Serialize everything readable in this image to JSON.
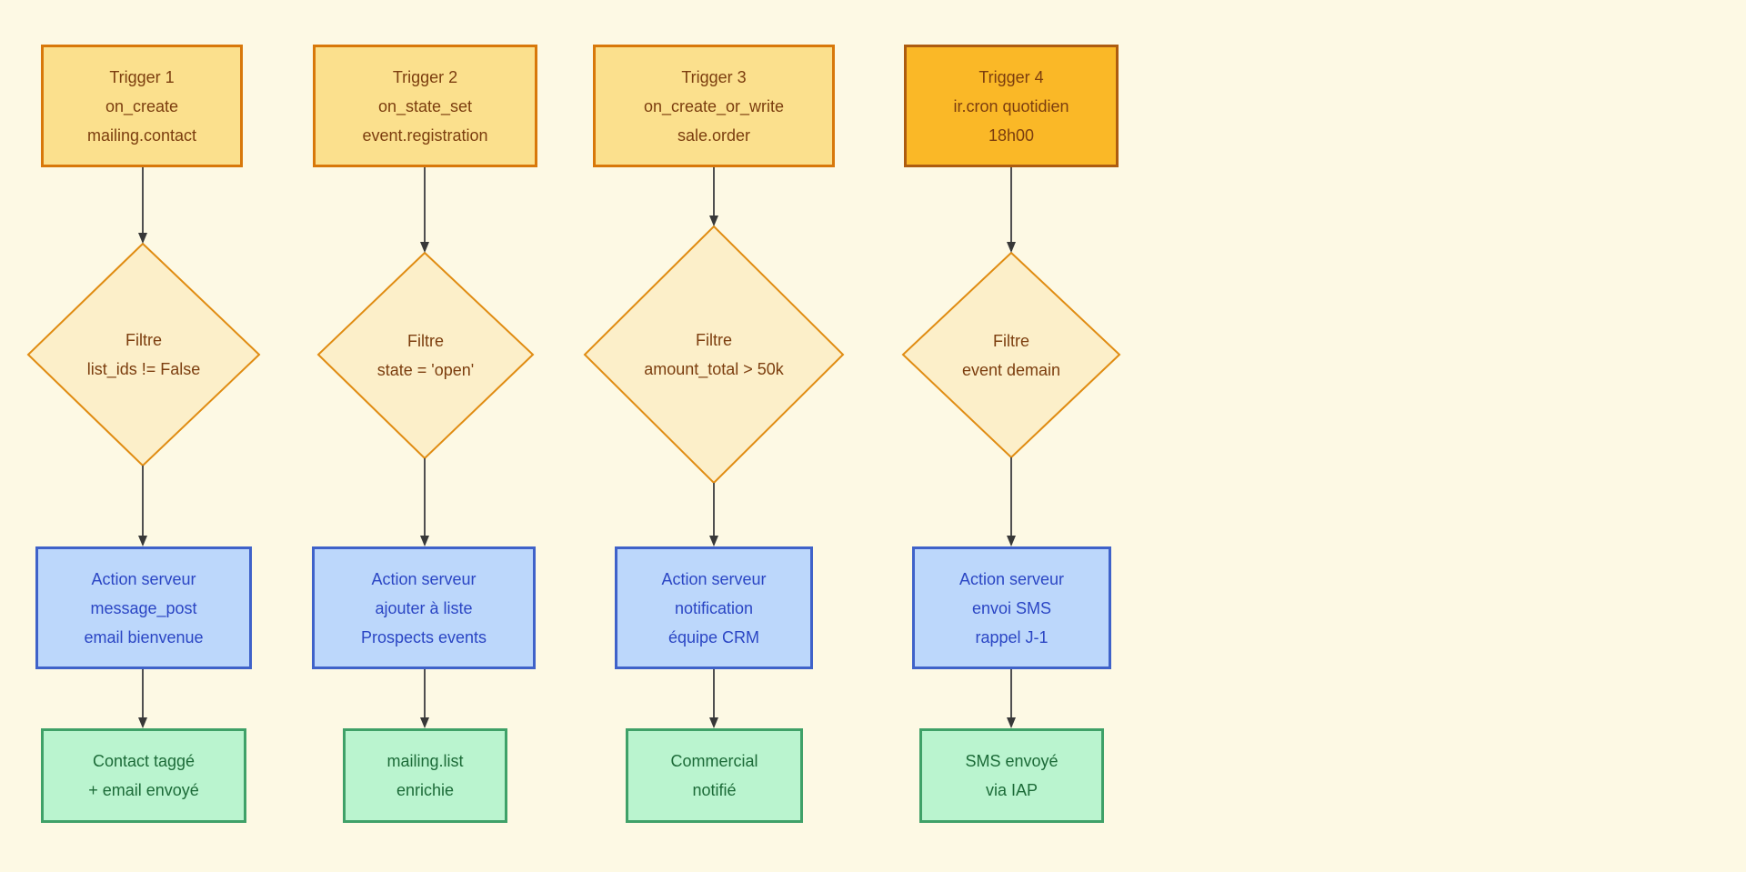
{
  "diagram": {
    "columns": [
      {
        "trigger": {
          "lines": [
            "Trigger 1",
            "on_create",
            "mailing.contact"
          ]
        },
        "filter": {
          "lines": [
            "Filtre",
            "list_ids != False"
          ]
        },
        "action": {
          "lines": [
            "Action serveur",
            "message_post",
            "email bienvenue"
          ]
        },
        "result": {
          "lines": [
            "Contact taggé",
            "+ email envoyé"
          ]
        }
      },
      {
        "trigger": {
          "lines": [
            "Trigger 2",
            "on_state_set",
            "event.registration"
          ]
        },
        "filter": {
          "lines": [
            "Filtre",
            "state = 'open'"
          ]
        },
        "action": {
          "lines": [
            "Action serveur",
            "ajouter à liste",
            "Prospects events"
          ]
        },
        "result": {
          "lines": [
            "mailing.list",
            "enrichie"
          ]
        }
      },
      {
        "trigger": {
          "lines": [
            "Trigger 3",
            "on_create_or_write",
            "sale.order"
          ]
        },
        "filter": {
          "lines": [
            "Filtre",
            "amount_total > 50k"
          ]
        },
        "action": {
          "lines": [
            "Action serveur",
            "notification",
            "équipe CRM"
          ]
        },
        "result": {
          "lines": [
            "Commercial",
            "notifié"
          ]
        }
      },
      {
        "trigger": {
          "lines": [
            "Trigger 4",
            "ir.cron quotidien",
            "18h00"
          ]
        },
        "filter": {
          "lines": [
            "Filtre",
            "event demain"
          ]
        },
        "action": {
          "lines": [
            "Action serveur",
            "envoi SMS",
            "rappel J-1"
          ]
        },
        "result": {
          "lines": [
            "SMS envoyé",
            "via IAP"
          ]
        }
      }
    ]
  },
  "colors": {
    "background": "#FDF9E4",
    "trigger-fill": "#FBE08D",
    "trigger-border": "#D8780A",
    "trigger-highlight-fill": "#FAB827",
    "trigger-highlight-border": "#AD5C10",
    "trigger-text": "#7C3E0F",
    "filter-fill": "#FCEFC9",
    "filter-border": "#E08C12",
    "action-fill": "#BCD7FB",
    "action-border": "#3F62C9",
    "action-text": "#2B46C4",
    "result-fill": "#BAF4CF",
    "result-border": "#3FA168",
    "result-text": "#1C6B38",
    "arrow": "#505050",
    "arrowhead": "#383838"
  }
}
